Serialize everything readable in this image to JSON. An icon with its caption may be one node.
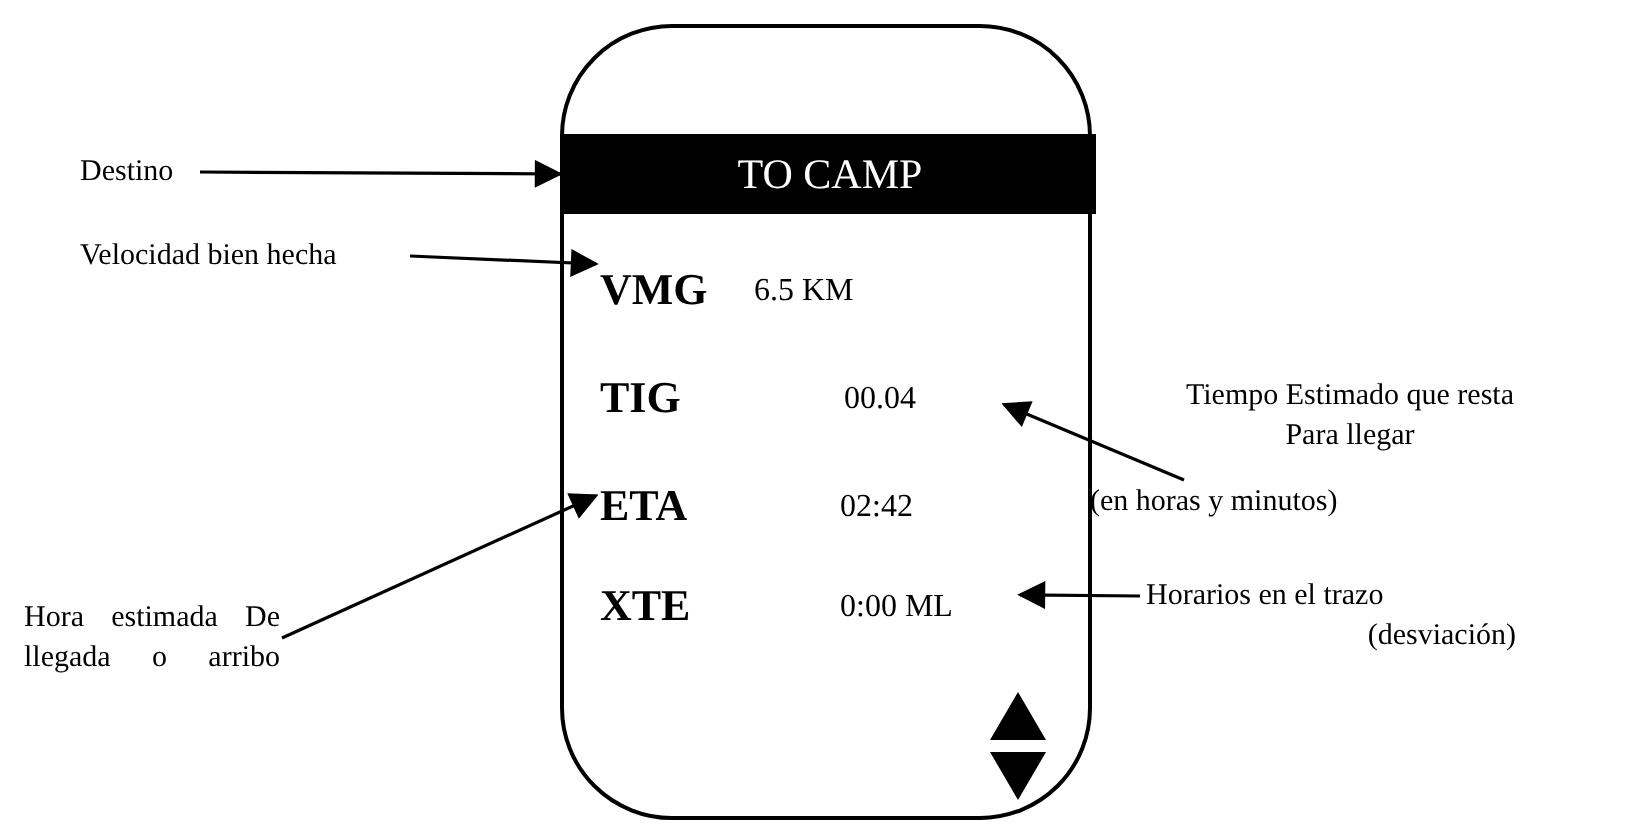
{
  "diagram": {
    "nodes": [
      {
        "text": [],
        "shape": "box"
      },
      {
        "text": [
          "TO CAMP"
        ],
        "in": 0
      },
      {
        "text": [
          "VMG"
        ],
        "in": 0
      },
      {
        "text": [
          "6.5 KM"
        ],
        "in": 0
      },
      {
        "text": [
          "TIG"
        ],
        "in": 0
      },
      {
        "text": [
          "00.04"
        ],
        "in": 0
      },
      {
        "text": [
          "ETA"
        ],
        "in": 0
      },
      {
        "text": [
          "02:42"
        ],
        "in": 0
      },
      {
        "text": [
          "XTE"
        ],
        "in": 0
      },
      {
        "text": [
          "0:00 ML"
        ],
        "in": 0
      },
      {
        "text": [
          "Destino"
        ]
      },
      {
        "text": [
          "Velocidad bien hecha"
        ]
      },
      {
        "text": [
          "Hora estimada De llegada o arribo"
        ]
      },
      {
        "text": [
          "Tiempo Estimado que resta Para llegar",
          "(en horas y minutos)"
        ]
      },
      {
        "text": [
          "Horarios en el trazo (desviación)"
        ]
      }
    ],
    "edges": [
      {
        "from": 10,
        "to": 1,
        "arrow": "to"
      },
      {
        "from": 11,
        "to": 2,
        "arrow": "to"
      },
      {
        "from": 12,
        "to": 6,
        "arrow": "to"
      },
      {
        "from": 13,
        "to": 5,
        "arrow": "to"
      },
      {
        "from": 14,
        "to": 9,
        "arrow": "to"
      }
    ]
  }
}
